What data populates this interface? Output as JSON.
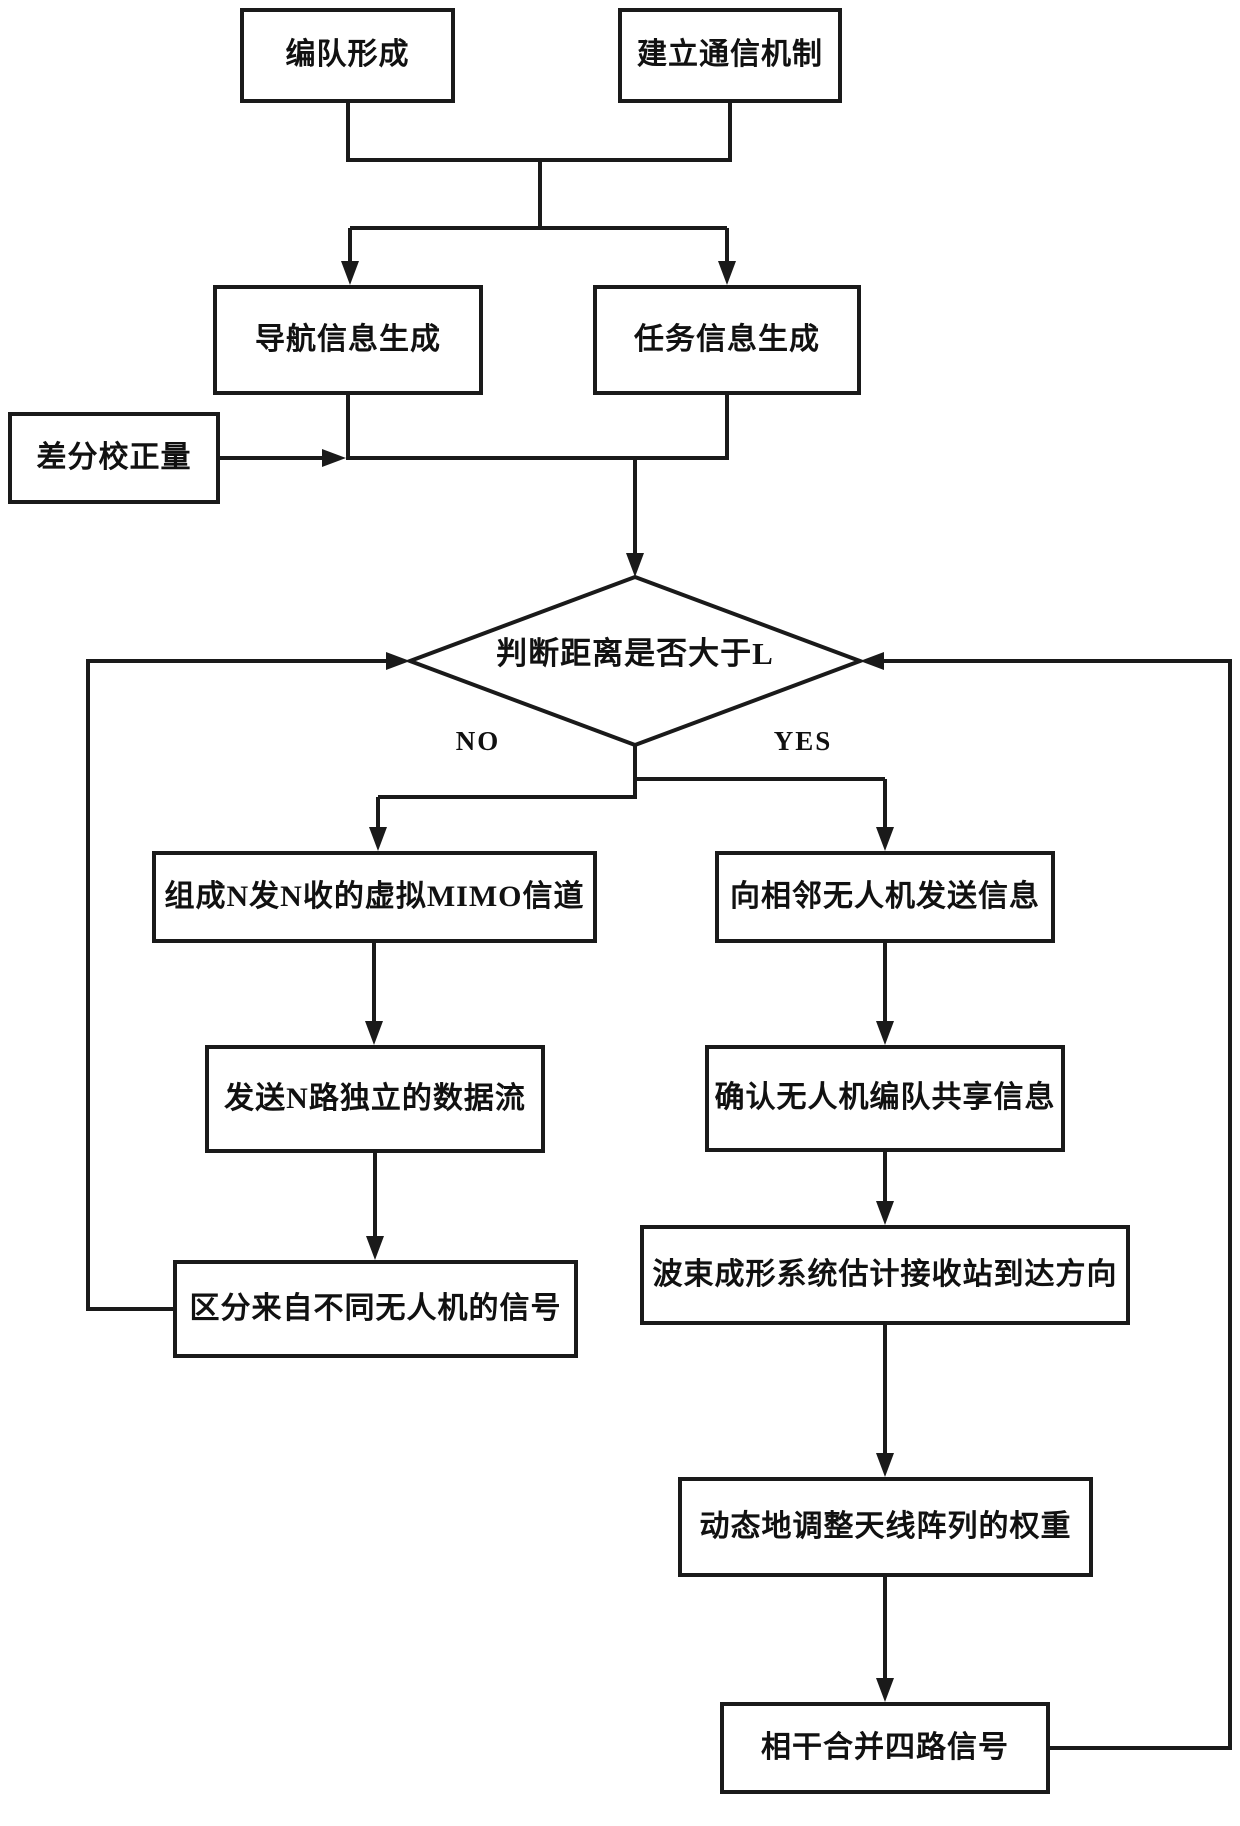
{
  "nodes": {
    "formation": "编队形成",
    "establish_comm": "建立通信机制",
    "nav_info": "导航信息生成",
    "task_info": "任务信息生成",
    "diff_correction": "差分校正量",
    "decision": "判断距离是否大于L",
    "mimo_channel": "组成N发N收的虚拟MIMO信道",
    "data_streams": "发送N路独立的数据流",
    "distinguish_signals": "区分来自不同无人机的信号",
    "send_neighbor": "向相邻无人机发送信息",
    "confirm_share": "确认无人机编队共享信息",
    "beamforming": "波束成形系统估计接收站到达方向",
    "adjust_weights": "动态地调整天线阵列的权重",
    "combine_signals": "相干合并四路信号"
  },
  "branch_labels": {
    "no": "NO",
    "yes": "YES"
  },
  "colors": {
    "line": "#1a1a1a",
    "text": "#111111",
    "background": "#ffffff"
  }
}
